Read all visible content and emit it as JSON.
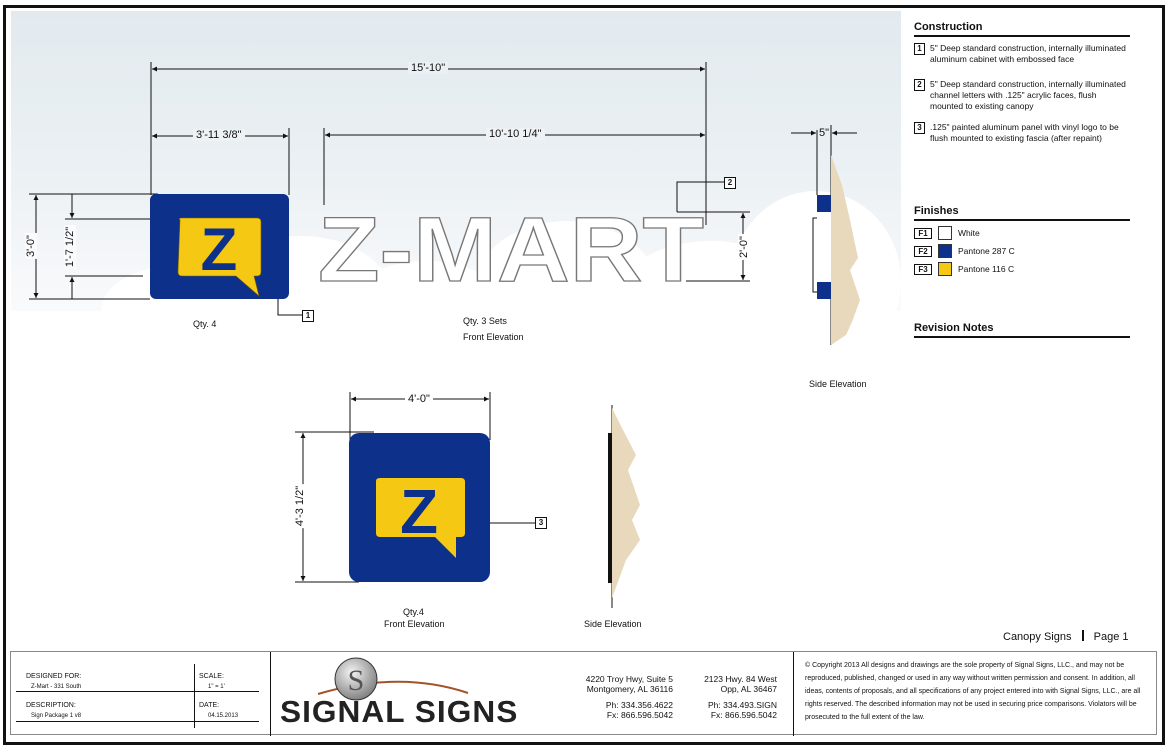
{
  "drawing": {
    "overall_width": "15'-10\"",
    "cabinet_width": "3'-11 3/8\"",
    "letters_width": "10'-10 1/4\"",
    "cabinet_height": "3'-0\"",
    "cabinet_logo_height": "1'-7 1/2\"",
    "letters_height": "2'-0\"",
    "side_depth": "5\"",
    "channel_letters_text": "Z-MART",
    "logo_letter": "Z",
    "cabinet_qty": "Qty. 4",
    "letters_qty": "Qty. 3 Sets",
    "front_elevation_label": "Front Elevation",
    "side_elevation_label": "Side Elevation",
    "panel_width": "4'-0\"",
    "panel_height": "4'-3 1/2\"",
    "panel_qty": "Qty.4",
    "panel_front_label": "Front Elevation",
    "panel_side_label": "Side Elevation",
    "tags": [
      "1",
      "2",
      "3"
    ]
  },
  "construction": {
    "title": "Construction",
    "items": [
      {
        "num": "1",
        "text": "5\" Deep standard construction, internally illuminated aluminum cabinet with embossed face"
      },
      {
        "num": "2",
        "text": "5\" Deep standard construction, internally illuminated channel letters with .125\" acrylic faces, flush mounted to existing canopy"
      },
      {
        "num": "3",
        "text": ".125\" painted aluminum panel with vinyl logo to be flush mounted to existing fascia (after repaint)"
      }
    ]
  },
  "finishes": {
    "title": "Finishes",
    "items": [
      {
        "code": "F1",
        "label": "White",
        "color": "#ffffff"
      },
      {
        "code": "F2",
        "label": "Pantone 287 C",
        "color": "#0d318a"
      },
      {
        "code": "F3",
        "label": "Pantone 116 C",
        "color": "#f5c814"
      }
    ]
  },
  "revision_notes": {
    "title": "Revision Notes"
  },
  "page": {
    "section": "Canopy Signs",
    "page": "Page 1"
  },
  "title_block": {
    "designed_for_label": "DESIGNED FOR:",
    "designed_for": "Z-Mart - 331 South",
    "scale_label": "SCALE:",
    "scale": "1\" = 1'",
    "description_label": "DESCRIPTION:",
    "description": "Sign Package 1 v8",
    "date_label": "DATE:",
    "date": "04.15.2013"
  },
  "company": {
    "name": "SIGNAL SIGNS",
    "office1": {
      "line1": "4220 Troy Hwy, Suite 5",
      "line2": "Montgomery, AL 36116",
      "phone": "Ph: 334.356.4622",
      "fax": "Fx: 866.596.5042"
    },
    "office2": {
      "line1": "2123 Hwy. 84 West",
      "line2": "Opp, AL 36467",
      "phone": "Ph: 334.493.SIGN",
      "fax": "Fx: 866.596.5042"
    }
  },
  "copyright": "© Copyright 2013 All designs and drawings are the sole property of Signal Signs, LLC., and may not be reproduced, published, changed or used in any way without written permission and consent. In addition, all ideas, contents of proposals, and all specifications of any project entered into with Signal Signs, LLC., are all rights reserved. The described information may not be used in securing price comparisons. Violators will be prosecuted to the full extent of the law.",
  "colors": {
    "blue": "#0d318a",
    "yellow": "#f5c814",
    "wall": "#e8d8bc",
    "sky": "#e5ecf0"
  }
}
